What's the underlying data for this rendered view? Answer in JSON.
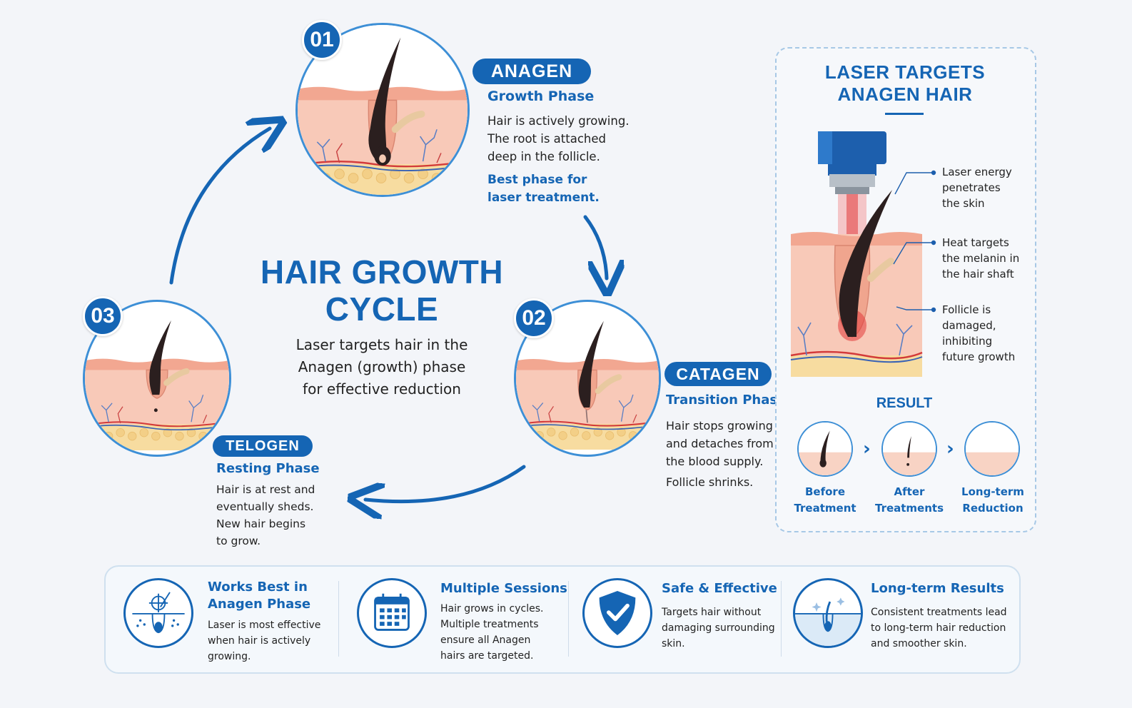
{
  "title_line1": "HAIR GROWTH",
  "title_line2": "CYCLE",
  "subtitle_line1": "Laser targets hair in the",
  "subtitle_line2": "Anagen (growth) phase",
  "subtitle_line3": "for effective reduction",
  "phases": [
    {
      "number": "01",
      "name": "ANAGEN",
      "subtitle": "Growth Phase",
      "desc": [
        "Hair is actively growing.",
        "The root is attached",
        "deep in the follicle."
      ],
      "best": [
        "Best phase for",
        "laser treatment."
      ]
    },
    {
      "number": "02",
      "name": "CATAGEN",
      "subtitle": "Transition Phase",
      "desc": [
        "Hair stops growing",
        "and detaches from",
        "the blood supply."
      ],
      "extra": "Follicle shrinks."
    },
    {
      "number": "03",
      "name": "TELOGEN",
      "subtitle": "Resting Phase",
      "desc": [
        "Hair is at rest and",
        "eventually sheds.",
        "New hair begins",
        "to grow."
      ]
    }
  ],
  "laser_panel": {
    "title_line1": "LASER TARGETS",
    "title_line2": "ANAGEN HAIR",
    "notes": [
      [
        "Laser energy",
        "penetrates",
        "the skin"
      ],
      [
        "Heat targets",
        "the melanin in",
        "the hair shaft"
      ],
      [
        "Follicle is",
        "damaged,",
        "inhibiting",
        "future growth"
      ]
    ],
    "result_title": "RESULT",
    "results": [
      [
        "Before",
        "Treatment"
      ],
      [
        "After",
        "Treatments"
      ],
      [
        "Long-term",
        "Reduction"
      ]
    ]
  },
  "features": [
    {
      "icon": "follicle-target-icon",
      "title": [
        "Works Best in",
        "Anagen Phase"
      ],
      "desc": [
        "Laser is most effective",
        "when hair is actively",
        "growing."
      ]
    },
    {
      "icon": "calendar-icon",
      "title": [
        "Multiple Sessions"
      ],
      "desc": [
        "Hair grows in cycles.",
        "Multiple treatments",
        "ensure all Anagen",
        "hairs are targeted."
      ]
    },
    {
      "icon": "shield-check-icon",
      "title": [
        "Safe & Effective"
      ],
      "desc": [
        "Targets hair without",
        "damaging surrounding",
        "skin."
      ]
    },
    {
      "icon": "smooth-skin-icon",
      "title": [
        "Long-term Results"
      ],
      "desc": [
        "Consistent treatments lead",
        "to long-term hair reduction",
        "and smoother skin."
      ]
    }
  ],
  "colors": {
    "brand_blue": "#1565b4",
    "skin": "#f5b8a4",
    "hair": "#2b1f1f",
    "laser_red": "#e23b3b"
  }
}
